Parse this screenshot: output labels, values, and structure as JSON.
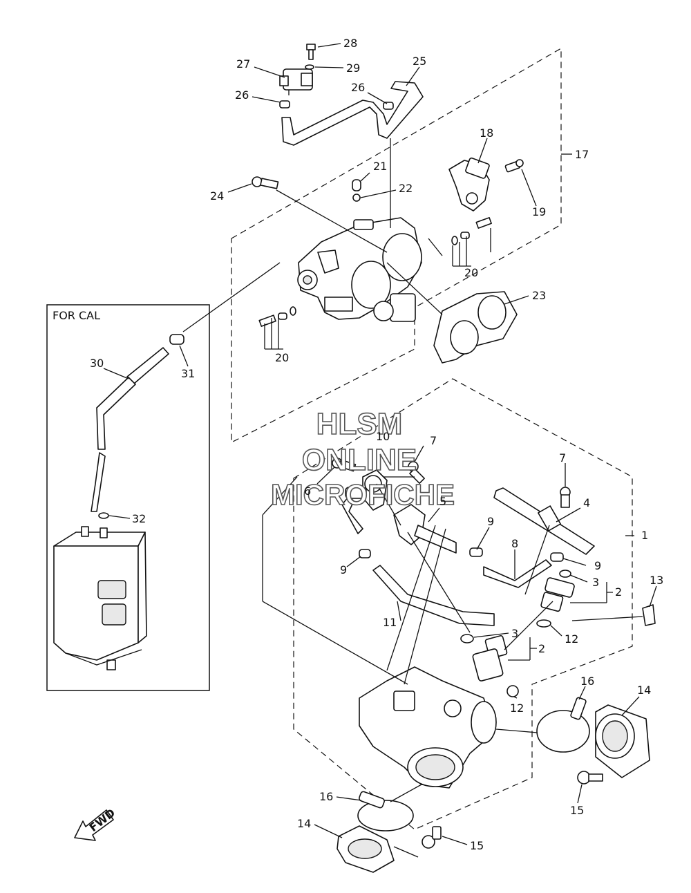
{
  "box_label": "FOR CAL",
  "fwd_label": "FWD",
  "watermark": [
    "HLSM",
    "ONLINE",
    "MICROFICHE"
  ],
  "callouts": [
    {
      "id": "c28",
      "text": "28"
    },
    {
      "id": "c27",
      "text": "27"
    },
    {
      "id": "c29",
      "text": "29"
    },
    {
      "id": "c25",
      "text": "25"
    },
    {
      "id": "c26a",
      "text": "26"
    },
    {
      "id": "c26b",
      "text": "26"
    },
    {
      "id": "c18",
      "text": "18"
    },
    {
      "id": "c17",
      "text": "17"
    },
    {
      "id": "c21",
      "text": "21"
    },
    {
      "id": "c22",
      "text": "22"
    },
    {
      "id": "c24",
      "text": "24"
    },
    {
      "id": "c19",
      "text": "19"
    },
    {
      "id": "c20a",
      "text": "20"
    },
    {
      "id": "c23",
      "text": "23"
    },
    {
      "id": "c20b",
      "text": "20"
    },
    {
      "id": "c31",
      "text": "31"
    },
    {
      "id": "c30",
      "text": "30"
    },
    {
      "id": "c32",
      "text": "32"
    },
    {
      "id": "c10",
      "text": "10"
    },
    {
      "id": "c7a",
      "text": "7"
    },
    {
      "id": "c7b",
      "text": "7"
    },
    {
      "id": "c6",
      "text": "6"
    },
    {
      "id": "c5",
      "text": "5"
    },
    {
      "id": "c4",
      "text": "4"
    },
    {
      "id": "c1",
      "text": "1"
    },
    {
      "id": "c9a",
      "text": "9"
    },
    {
      "id": "c8",
      "text": "8"
    },
    {
      "id": "c9b",
      "text": "9"
    },
    {
      "id": "c9c",
      "text": "9"
    },
    {
      "id": "c3a",
      "text": "3"
    },
    {
      "id": "c2a",
      "text": "2"
    },
    {
      "id": "c13",
      "text": "13"
    },
    {
      "id": "c11",
      "text": "11"
    },
    {
      "id": "c3b",
      "text": "3"
    },
    {
      "id": "c12a",
      "text": "12"
    },
    {
      "id": "c2b",
      "text": "2"
    },
    {
      "id": "c12b",
      "text": "12"
    },
    {
      "id": "c16a",
      "text": "16"
    },
    {
      "id": "c14a",
      "text": "14"
    },
    {
      "id": "c15a",
      "text": "15"
    },
    {
      "id": "c16b",
      "text": "16"
    },
    {
      "id": "c14b",
      "text": "14"
    },
    {
      "id": "c15b",
      "text": "15"
    }
  ]
}
